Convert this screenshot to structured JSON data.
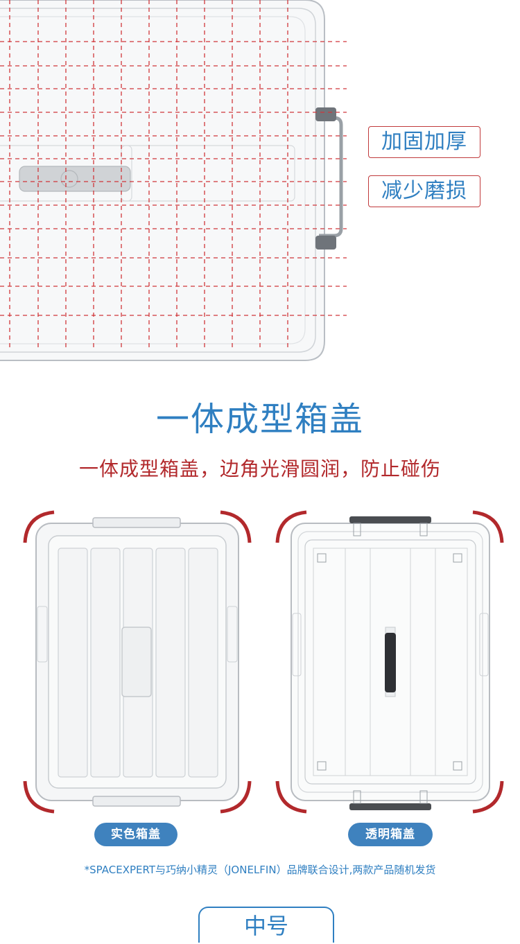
{
  "features": {
    "reinforced": "加固加厚",
    "reduce_wear": "减少磨损"
  },
  "headline": {
    "title": "一体成型箱盖",
    "subtitle": "一体成型箱盖，边角光滑圆润，防止碰伤"
  },
  "lids": [
    {
      "label": "实色箱盖"
    },
    {
      "label": "透明箱盖"
    }
  ],
  "footnote": "*SPACEXPERT与巧纳小精灵（JONELFIN）品牌联合设计,两款产品随机发货",
  "size": {
    "label": "中号"
  },
  "colors": {
    "accent_blue": "#2f7fc1",
    "accent_red": "#b2292c",
    "pill_blue": "#3f82be",
    "grid_red": "#d0363a"
  }
}
